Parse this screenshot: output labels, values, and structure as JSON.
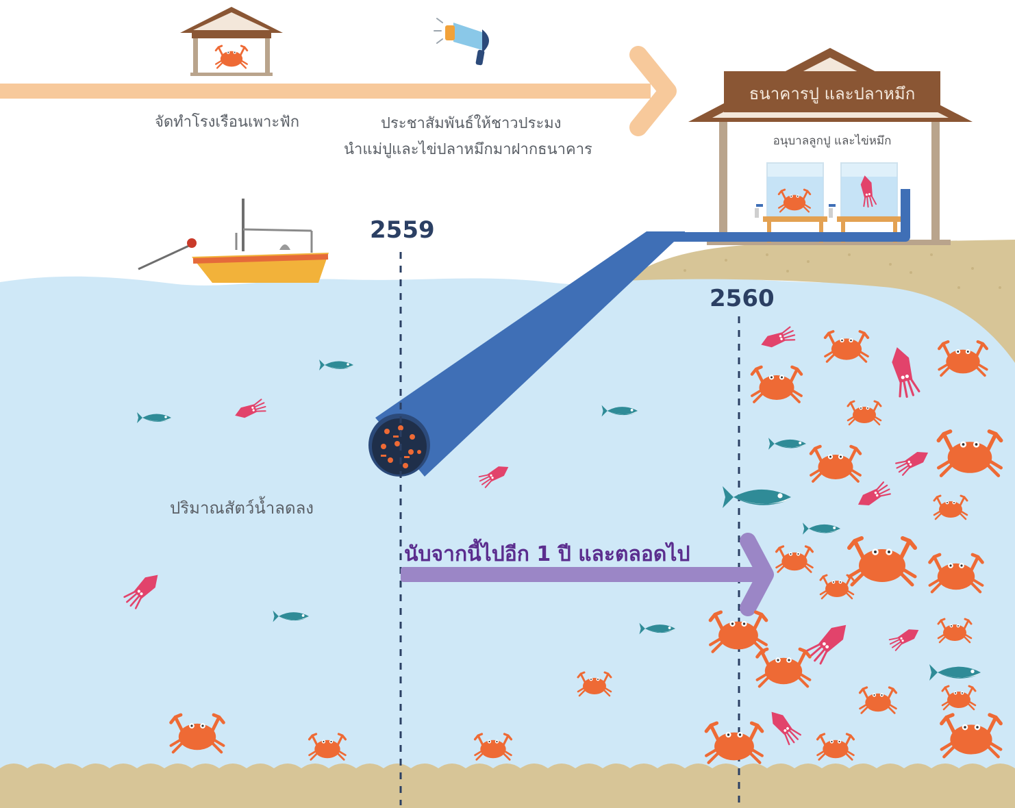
{
  "steps": {
    "hatchery": "จัดทำโรงเรือนเพาะฟัก",
    "publicize_line1": "ประชาสัมพันธ์ให้ชาวประมง",
    "publicize_line2": "นำแม่ปูและไข่ปลาหมึกมาฝากธนาคาร"
  },
  "bank": {
    "sign": "ธนาคารปู และปลาหมึก",
    "nursery": "อนุบาลลูกปู และไข่หมึก"
  },
  "timeline": {
    "year_start": "2559",
    "year_end": "2560",
    "decline_label": "ปริมาณสัตว์น้ำลดลง",
    "future_label": "นับจากนี้ไปอีก 1 ปี และตลอดไป"
  },
  "colors": {
    "sea": "#cfe8f7",
    "arrow": "#f7c99b",
    "pipe": "#3f6fb6",
    "purple_arrow": "#9b86c6",
    "crab": "#ee6a35",
    "squid": "#e2436b",
    "fish": "#2f8b97",
    "sand": "#d7c597",
    "roof": "#8a5634"
  },
  "icons": [
    "house-icon",
    "megaphone-icon",
    "boat-icon",
    "crab-icon",
    "squid-icon",
    "fish-icon",
    "pipe-icon",
    "tank-icon"
  ]
}
